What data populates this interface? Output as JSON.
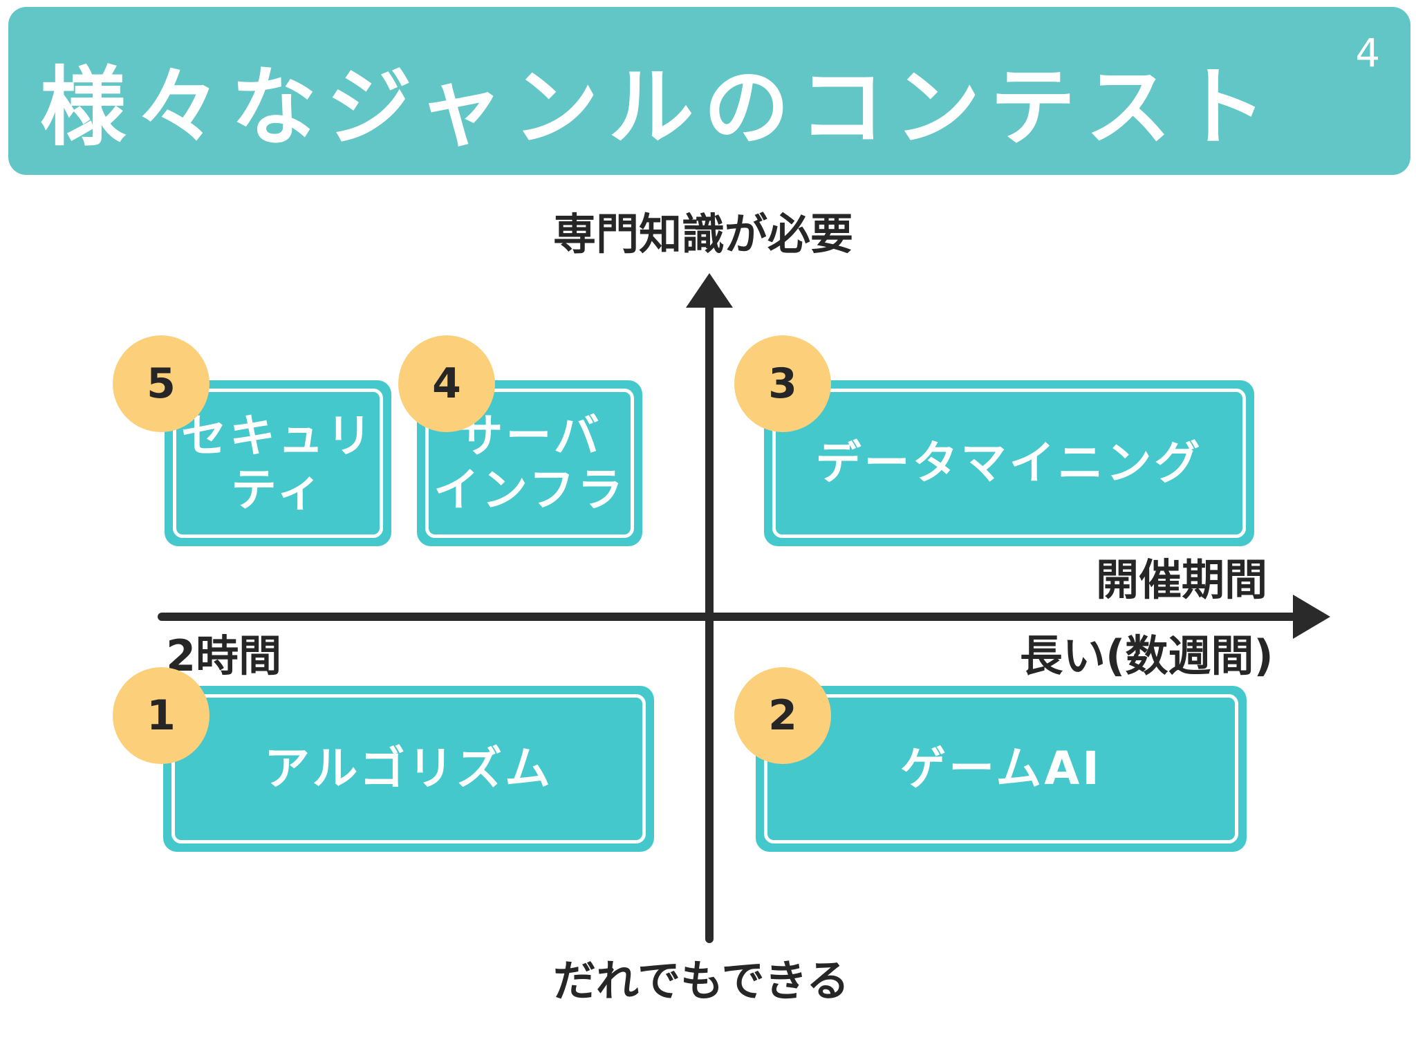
{
  "slide": {
    "title": "様々なジャンルのコンテスト",
    "page_number": "4"
  },
  "axes": {
    "y_top": "専門知識が必要",
    "y_bottom": "だれでもできる",
    "x_name": "開催期間",
    "x_left": "2時間",
    "x_right": "長い(数週間)"
  },
  "quadrants": [
    {
      "number": "1",
      "label": "アルゴリズム"
    },
    {
      "number": "2",
      "label": "ゲームAI"
    },
    {
      "number": "3",
      "label": "データマイニング"
    },
    {
      "number": "4",
      "label": "サーバ\nインフラ"
    },
    {
      "number": "5",
      "label": "セキュリ\nティ"
    }
  ],
  "colors": {
    "header": "#63c6c6",
    "box": "#45c8cc",
    "badge": "#fcd07a",
    "axis": "#2a2a2a"
  }
}
